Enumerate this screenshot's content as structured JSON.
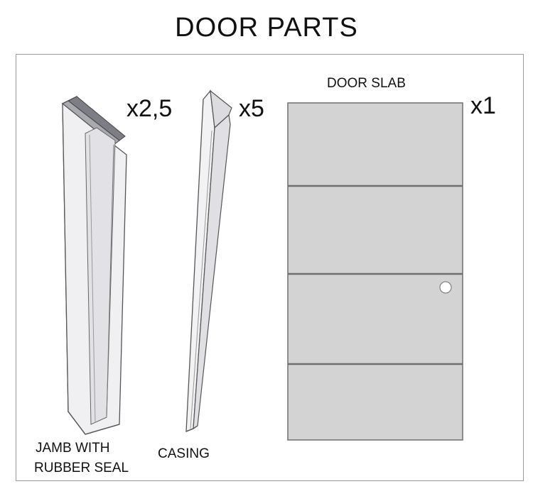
{
  "title": "DOOR PARTS",
  "parts": {
    "jamb": {
      "label_line1": "JAMB WITH",
      "label_line2": "RUBBER SEAL",
      "quantity": "x2,5"
    },
    "casing": {
      "label": "CASING",
      "quantity": "x5"
    },
    "slab": {
      "label": "DOOR SLAB",
      "quantity": "x1",
      "panel_count": 4
    }
  },
  "colors": {
    "slab_fill": "#d3d3d3",
    "slab_stroke": "#6e6e6e",
    "jamb_fill": "#f0f0f2",
    "seal": "#7d7d85",
    "frame": "#9a9a9a"
  }
}
